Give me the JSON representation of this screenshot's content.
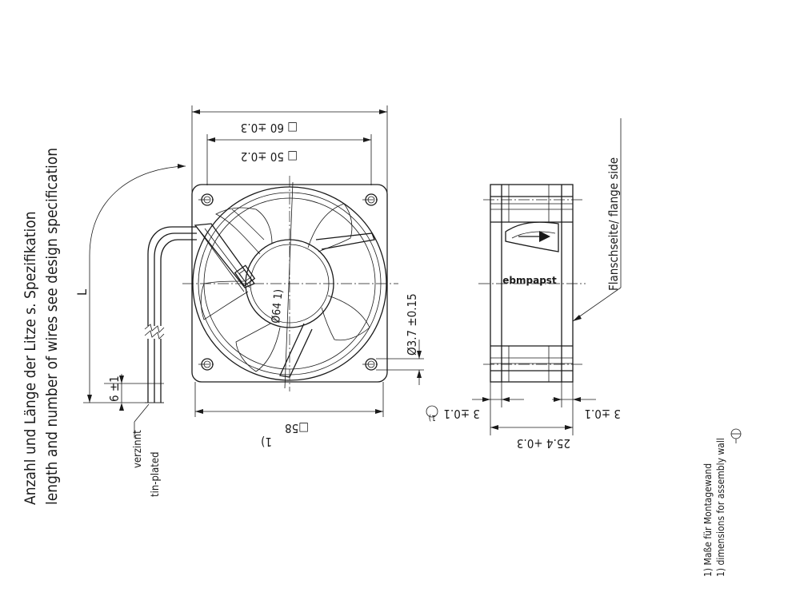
{
  "notes": {
    "wires_de": "Anzahl und Länge der Litze s. Spezifikation",
    "wires_en": "length and number of wires see design specification",
    "tin_de": "verzinnt",
    "tin_en": "tin-plated",
    "footnote_de": "1) Maße für Montagewand",
    "footnote_en": "1) dimensions for assembly wall",
    "flange": "Flanschseite/ flange side",
    "brand": "ebmpapst"
  },
  "dimensions": {
    "square60": "□ 60 ±0.3",
    "square50": "□ 50 ±0.2",
    "square58": "□58",
    "square58_note": "1)",
    "dia64": "Ø64 1)",
    "hole_dia": "Ø3.7 ±0.15",
    "length": "L",
    "strip": "6 ±1",
    "depth": "25.4 +0.3",
    "flange_left": "3 ±0.1",
    "flange_left_mark": "1)",
    "flange_right": "3 ±0.1"
  },
  "symbols": {
    "projection": "projection-symbol"
  }
}
